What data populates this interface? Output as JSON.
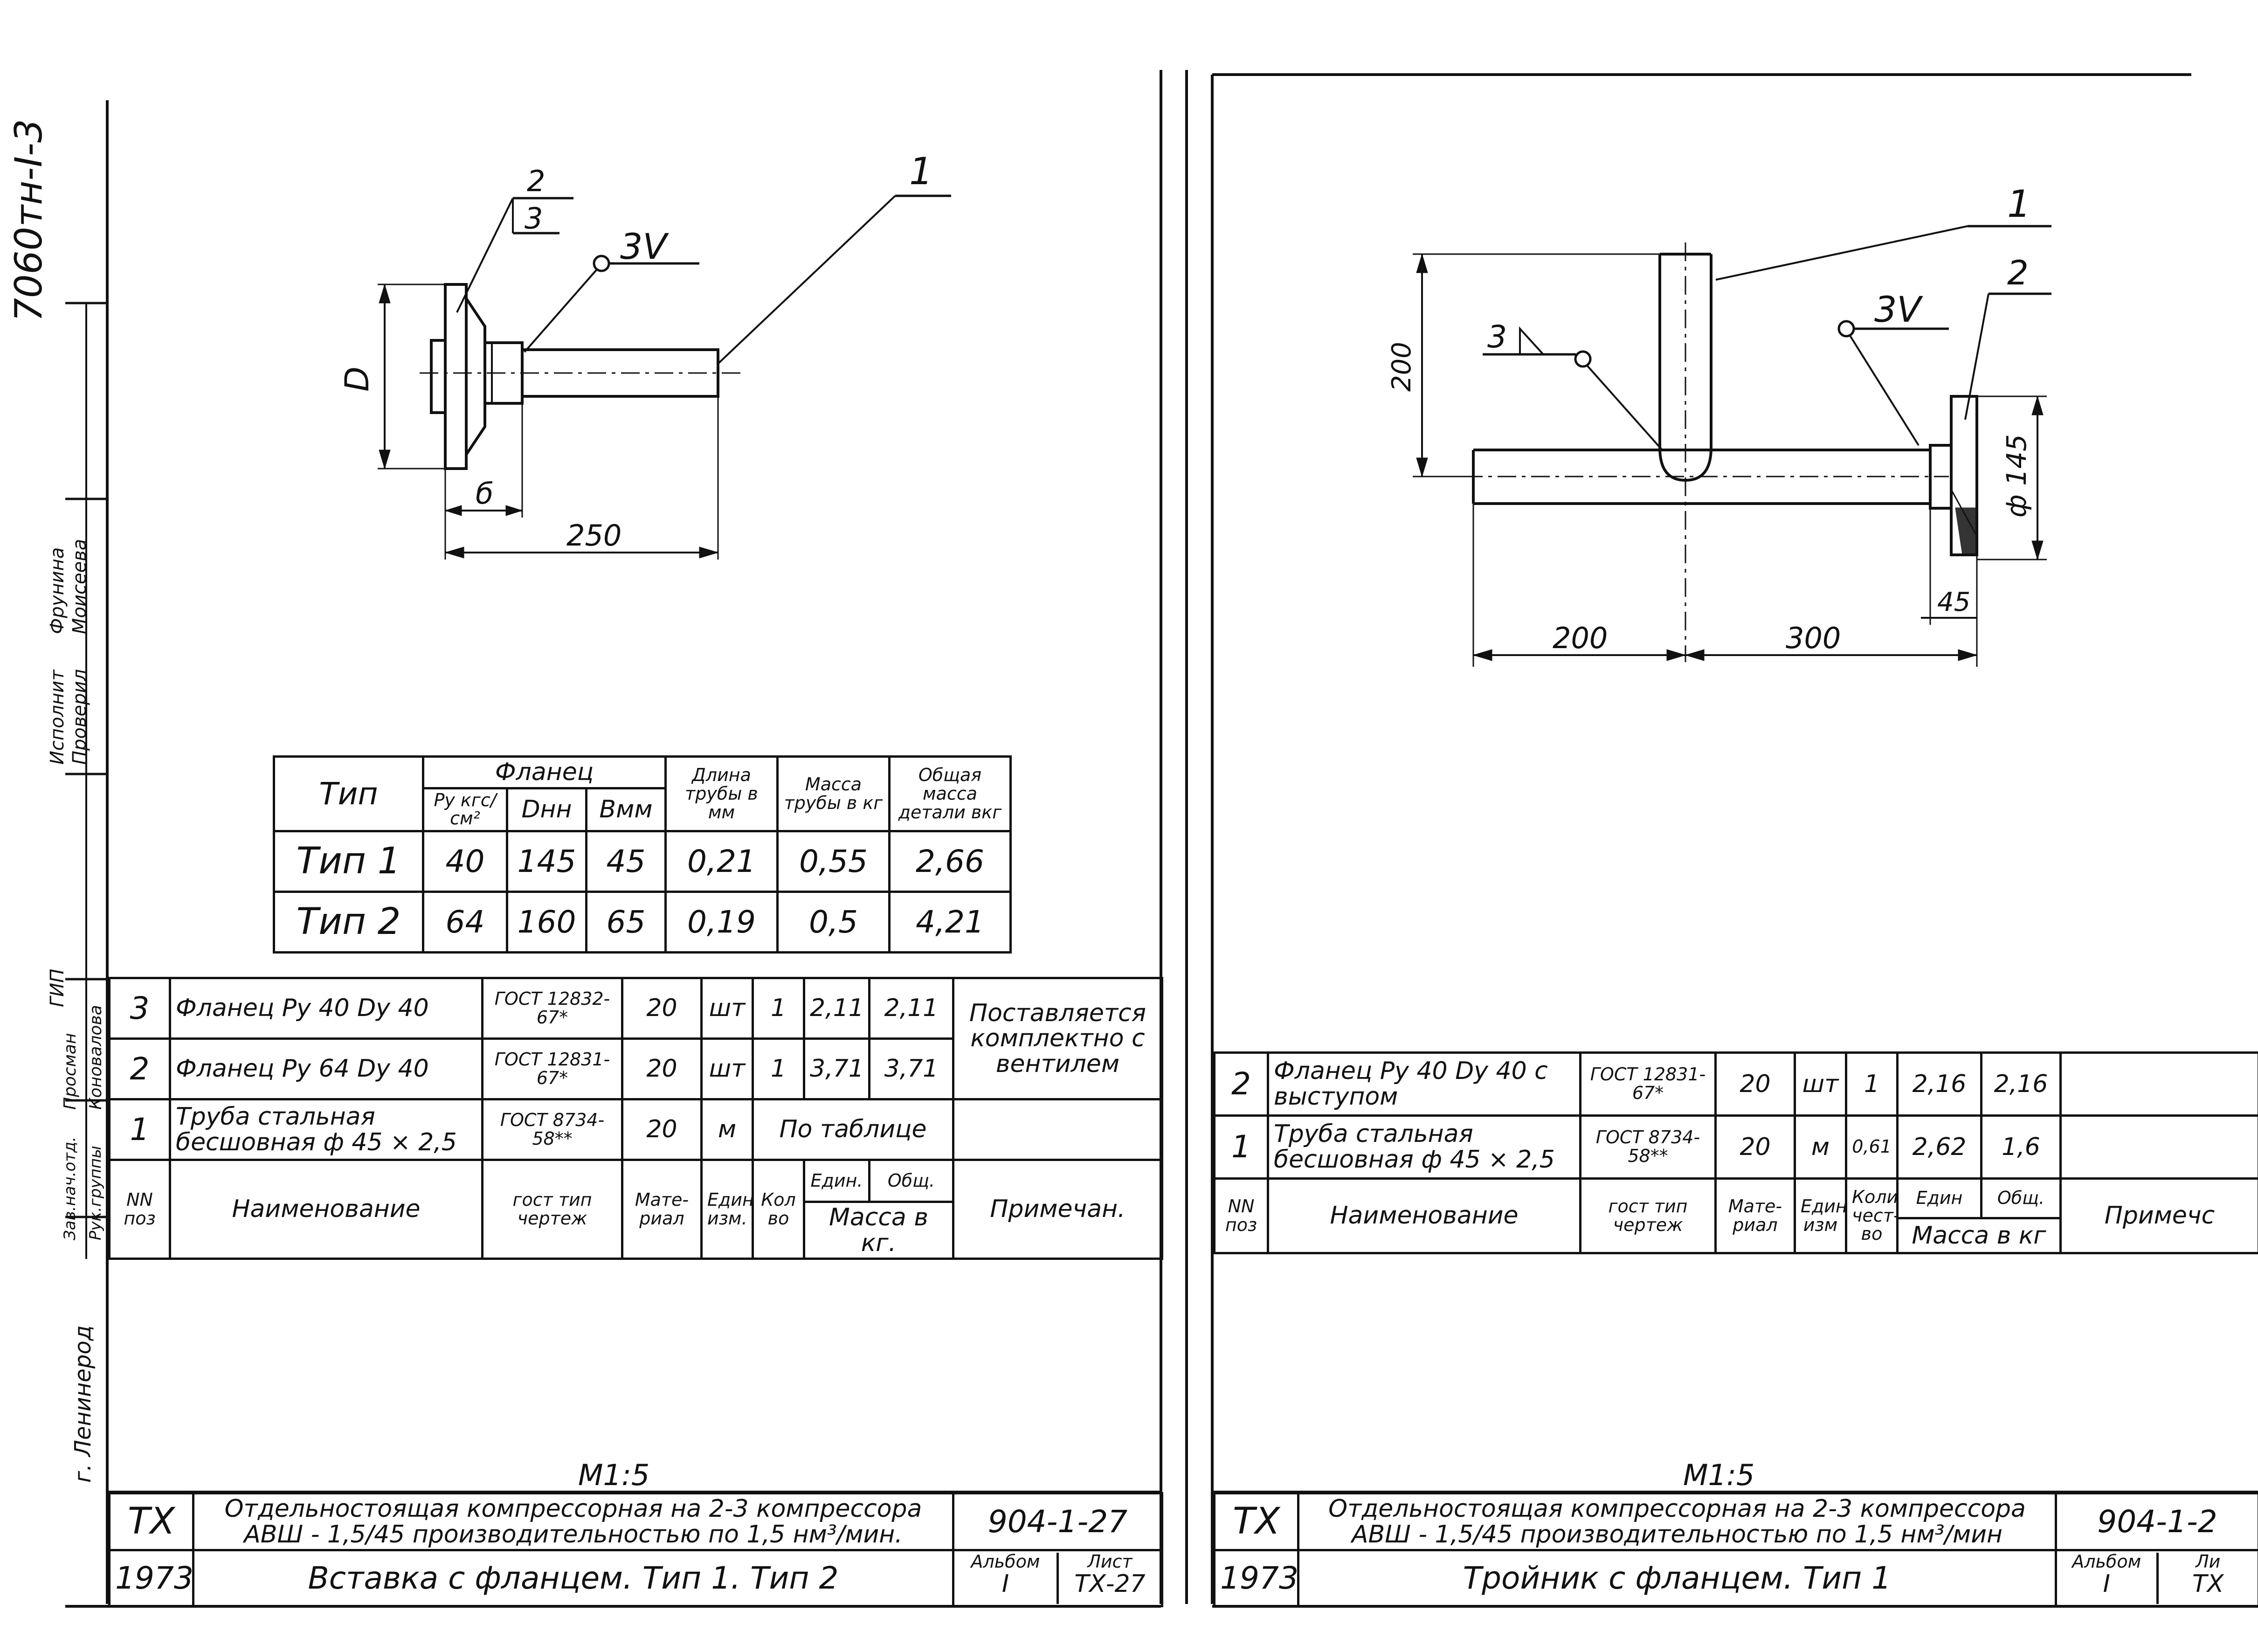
{
  "stamp_code": "7060тн-I-3",
  "side_labels": [
    "Исполнит",
    "Проверил",
    "Фрунина",
    "Моисеева",
    "Зав.нач.отд.",
    "Рук.группы",
    "Просман",
    "Коновалова",
    "ГИП",
    "г. Ленинерод"
  ],
  "left": {
    "callouts": {
      "c1": "1",
      "c2": "2",
      "c3": "3",
      "weld": "3V"
    },
    "dims": {
      "D": "D",
      "b": "б",
      "len": "250"
    },
    "type_table": {
      "h_type": "Тип",
      "h_flange": "Фланец",
      "h_py": "Ру кгс/см²",
      "h_dn": "Dнн",
      "h_b": "Вмм",
      "h_len": "Длина трубы в мм",
      "h_mass": "Масса трубы в кг",
      "h_total": "Общая масса детали вкг",
      "rows": [
        [
          "Тип 1",
          "40",
          "145",
          "45",
          "0,21",
          "0,55",
          "2,66"
        ],
        [
          "Тип 2",
          "64",
          "160",
          "65",
          "0,19",
          "0,5",
          "4,21"
        ]
      ]
    },
    "spec": {
      "rows": [
        {
          "pos": "3",
          "name": "Фланец Ру 40 Dy 40",
          "gost": "ГОСТ 12832-67*",
          "mat": "20",
          "unit": "шт",
          "qty": "1",
          "m1": "2,11",
          "m2": "2,11"
        },
        {
          "pos": "2",
          "name": "Фланец Ру 64 Dy 40",
          "gost": "ГОСТ 12831-67*",
          "mat": "20",
          "unit": "шт",
          "qty": "1",
          "m1": "3,71",
          "m2": "3,71"
        },
        {
          "pos": "1",
          "name": "Труба стальная бесшовная ф 45 × 2,5",
          "gost": "ГОСТ 8734-58**",
          "mat": "20",
          "unit": "м",
          "qty": "По таблице"
        }
      ],
      "note": "Поставляется комплектно с вентилем",
      "h_pos": "NN поз",
      "h_name": "Наименование",
      "h_gost": "гост тип чертеж",
      "h_mat": "Мате- риал",
      "h_unit": "Един изм.",
      "h_qty": "Кол во",
      "h_m1": "Един.",
      "h_m2": "Общ.",
      "h_mass": "Масса в кг.",
      "h_note": "Примечан."
    },
    "scale": "М1:5",
    "title": {
      "code": "ТХ",
      "year": "1973",
      "project": "Отдельностоящая компрессорная на 2-3 компрессора АВШ - 1,5/45 производительностью по 1,5 нм³/мин.",
      "sheet_title": "Вставка с фланцем. Тип 1. Тип 2",
      "doc_no": "904-1-27",
      "album_label": "Альбом",
      "album": "I",
      "sheet_label": "Лист",
      "sheet": "ТХ-27"
    }
  },
  "right": {
    "callouts": {
      "c1": "1",
      "c2": "2",
      "c3": "3",
      "weld": "3V"
    },
    "dims": {
      "h200": "200",
      "l200": "200",
      "l300": "300",
      "dia": "ф 145",
      "w45": "45"
    },
    "spec": {
      "rows": [
        {
          "pos": "2",
          "name": "Фланец Ру 40 Dy 40 с выступом",
          "gost": "ГОСТ 12831-67*",
          "mat": "20",
          "unit": "шт",
          "qty": "1",
          "m1": "2,16",
          "m2": "2,16"
        },
        {
          "pos": "1",
          "name": "Труба стальная бесшовная ф 45 × 2,5",
          "gost": "ГОСТ 8734-58**",
          "mat": "20",
          "unit": "м",
          "qty": "0,61",
          "m1": "2,62",
          "m2": "1,6"
        }
      ],
      "h_pos": "NN поз",
      "h_name": "Наименование",
      "h_gost": "гост тип чертеж",
      "h_mat": "Мате- риал",
      "h_unit": "Един изм",
      "h_qty": "Коли чест- во",
      "h_m1": "Един",
      "h_m2": "Общ.",
      "h_mass": "Масса в кг",
      "h_note": "Примечс"
    },
    "scale": "М1:5",
    "title": {
      "code": "ТХ",
      "year": "1973",
      "project": "Отдельностоящая компрессорная на 2-3 компрессора АВШ - 1,5/45 производительностью по 1,5 нм³/мин",
      "sheet_title": "Тройник с фланцем. Тип 1",
      "doc_no": "904-1-2",
      "album_label": "Альбом",
      "album": "I",
      "sheet_label": "Ли",
      "sheet": "ТХ"
    }
  }
}
